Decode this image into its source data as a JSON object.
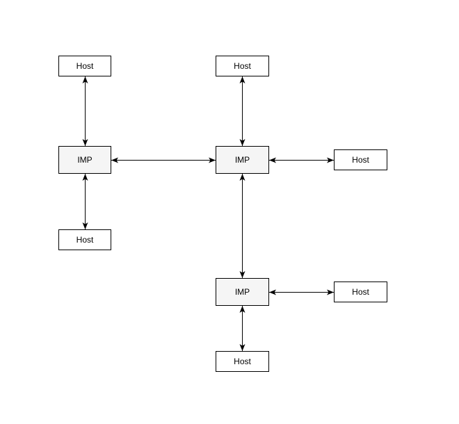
{
  "diagram": {
    "title": "",
    "nodes": [
      {
        "id": "host-top-left",
        "label": "Host",
        "type": "host"
      },
      {
        "id": "host-top-center",
        "label": "Host",
        "type": "host"
      },
      {
        "id": "imp-left",
        "label": "IMP",
        "type": "imp"
      },
      {
        "id": "imp-center",
        "label": "IMP",
        "type": "imp"
      },
      {
        "id": "host-right",
        "label": "Host",
        "type": "host"
      },
      {
        "id": "host-bottom-left",
        "label": "Host",
        "type": "host"
      },
      {
        "id": "imp-lower",
        "label": "IMP",
        "type": "imp"
      },
      {
        "id": "host-lower-right",
        "label": "Host",
        "type": "host"
      },
      {
        "id": "host-bottom",
        "label": "Host",
        "type": "host"
      }
    ],
    "edges": [
      {
        "from": "host-top-left",
        "to": "imp-left",
        "arrows": "both"
      },
      {
        "from": "host-top-center",
        "to": "imp-center",
        "arrows": "both"
      },
      {
        "from": "imp-left",
        "to": "imp-center",
        "arrows": "both"
      },
      {
        "from": "imp-center",
        "to": "host-right",
        "arrows": "both"
      },
      {
        "from": "imp-left",
        "to": "host-bottom-left",
        "arrows": "both"
      },
      {
        "from": "imp-center",
        "to": "imp-lower",
        "arrows": "both"
      },
      {
        "from": "imp-lower",
        "to": "host-lower-right",
        "arrows": "both"
      },
      {
        "from": "imp-lower",
        "to": "host-bottom",
        "arrows": "both"
      }
    ],
    "colors": {
      "stroke": "#000000",
      "imp_fill": "#f5f5f5",
      "host_fill": "#ffffff",
      "text": "#000000",
      "background": "#ffffff"
    }
  }
}
